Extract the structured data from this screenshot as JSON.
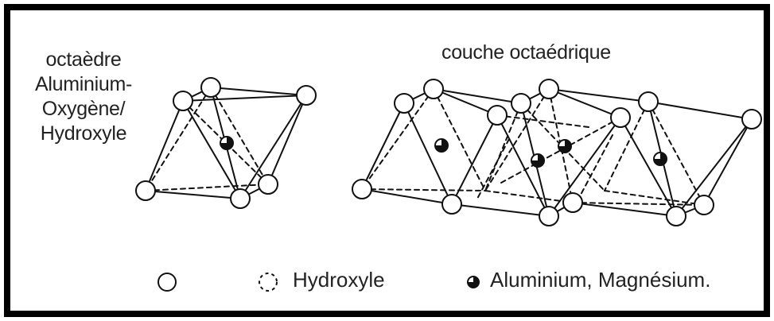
{
  "titles": {
    "left": [
      "octaèdre",
      "Aluminium-",
      "Oxygène/",
      "Hydroxyle"
    ],
    "right": "couche octaédrique"
  },
  "legend": {
    "oxygen_symbol": "open-circle-icon",
    "hydroxyl_symbol": "dashed-circle-icon",
    "hydroxyl_label": "Hydroxyle",
    "metal_symbol": "half-filled-circle-icon",
    "metal_label": "Aluminium, Magnésium."
  },
  "colors": {
    "line": "#111111",
    "background": "#ffffff"
  }
}
